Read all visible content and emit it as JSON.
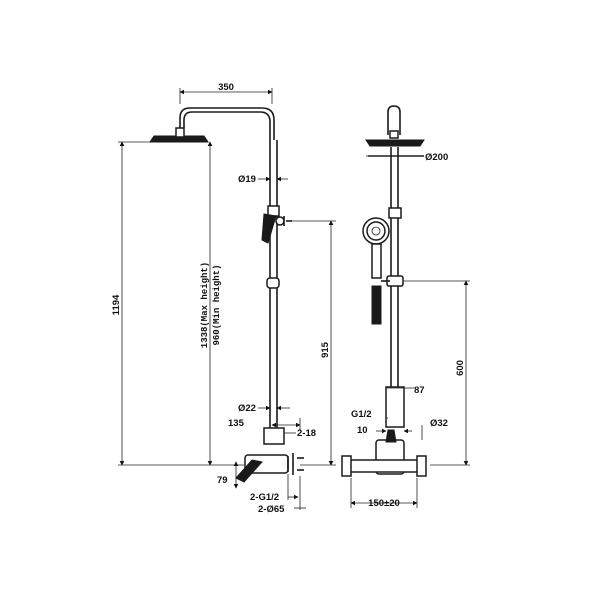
{
  "side_view": {
    "dims": {
      "arm_width": "350",
      "pipe_dia": "Ø19",
      "height_1194": "1194",
      "max_height": "1338(Max height)",
      "min_height": "960(Min height)",
      "height_915": "915",
      "dia_22": "Ø22",
      "dim_135": "135",
      "thread_2_18": "2-18",
      "dim_79": "79",
      "inlet_thread": "2-G1/2",
      "cover_dia": "2-Ø65"
    }
  },
  "front_view": {
    "dims": {
      "head_dia": "Ø200",
      "height_600": "600",
      "dim_87": "87",
      "thread_g12": "G1/2",
      "dim_10": "10",
      "dia_32": "Ø32",
      "center_dist": "150±20"
    }
  }
}
